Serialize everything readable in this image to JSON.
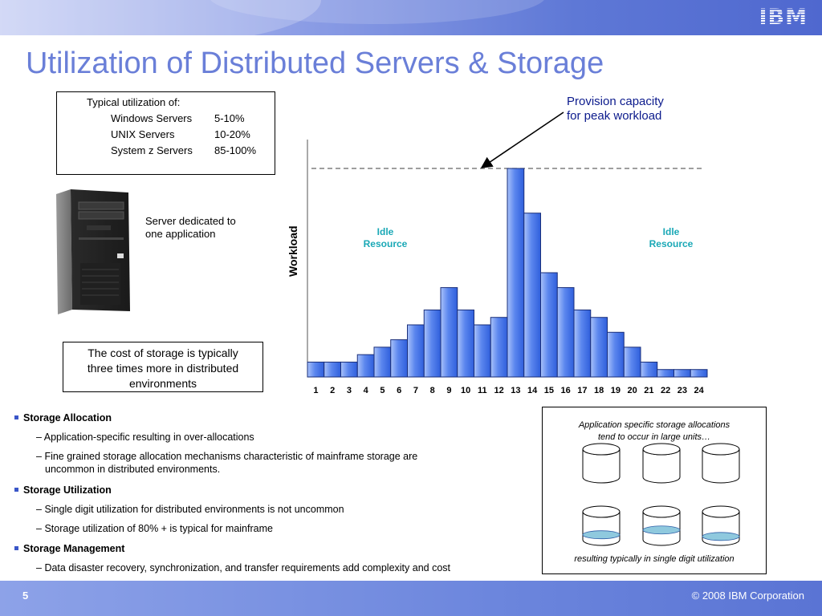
{
  "header": {
    "logo": "IBM"
  },
  "title": "Utilization of Distributed Servers & Storage",
  "utilization": {
    "heading": "Typical utilization of:",
    "rows": [
      {
        "label": "Windows Servers",
        "value": "5-10%"
      },
      {
        "label": "UNIX Servers",
        "value": "10-20%"
      },
      {
        "label": "System z Servers",
        "value": "85-100%"
      }
    ]
  },
  "server": {
    "caption_line1": "Server dedicated to",
    "caption_line2": "one application",
    "icon": "server-tower-icon"
  },
  "cost_note": {
    "line1": "The cost of storage is typically",
    "line2": "three times more in distributed",
    "line3": "environments"
  },
  "chart_data": {
    "type": "bar",
    "ylabel": "Workload",
    "categories": [
      "1",
      "2",
      "3",
      "4",
      "5",
      "6",
      "7",
      "8",
      "9",
      "10",
      "11",
      "12",
      "13",
      "14",
      "15",
      "16",
      "17",
      "18",
      "19",
      "20",
      "21",
      "22",
      "23",
      "24"
    ],
    "values": [
      2,
      2,
      2,
      3,
      4,
      5,
      7,
      9,
      12,
      9,
      7,
      8,
      28,
      22,
      14,
      12,
      9,
      8,
      6,
      4,
      2,
      1,
      1,
      1
    ],
    "ylim": [
      0,
      32
    ],
    "peak_line": 28,
    "bar_color": "#5b86ee",
    "annotations": {
      "callout_line1": "Provision capacity",
      "callout_line2": "for peak workload",
      "idle_left_line1": "Idle",
      "idle_left_line2": "Resource",
      "idle_right_line1": "Idle",
      "idle_right_line2": "Resource"
    }
  },
  "bullets": [
    {
      "title": "Storage Allocation",
      "subs": [
        "Application-specific resulting in over-allocations",
        "Fine grained storage allocation mechanisms characteristic of mainframe storage are",
        "uncommon in distributed environments."
      ]
    },
    {
      "title": "Storage Utilization",
      "subs": [
        "Single digit utilization for distributed environments is not uncommon",
        "Storage utilization of 80% + is typical for mainframe"
      ]
    },
    {
      "title": "Storage Management",
      "subs": [
        "Data disaster recovery, synchronization, and transfer requirements add complexity and cost"
      ]
    }
  ],
  "storage_diagram": {
    "caption_top_line1": "Application specific  storage allocations",
    "caption_top_line2": "tend to occur in large units…",
    "caption_bottom": "resulting typically in single digit utilization",
    "fill_levels": [
      0.18,
      0.35,
      0.12
    ],
    "fill_color": "#8fc9de"
  },
  "footer": {
    "page": "5",
    "copyright": "© 2008 IBM Corporation"
  }
}
